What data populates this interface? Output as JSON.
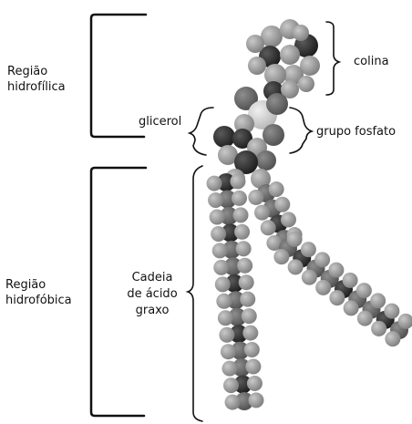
{
  "labels": {
    "hydrophilic_line1": "Região",
    "hydrophilic_line2": "hidrofílica",
    "hydrophobic_line1": "Região",
    "hydrophobic_line2": "hidrofóbica",
    "choline": "colina",
    "glycerol": "glicerol",
    "phosphate": "grupo fosfato",
    "fatty_line1": "Cadeia",
    "fatty_line2": "de ácido",
    "fatty_line3": "graxo"
  },
  "colors": {
    "atom_light": "#9a9a9a",
    "atom_mid": "#6e6e6e",
    "atom_dark": "#2f2f2f",
    "atom_pale": "#cfcfcf",
    "bracket": "#111111"
  }
}
